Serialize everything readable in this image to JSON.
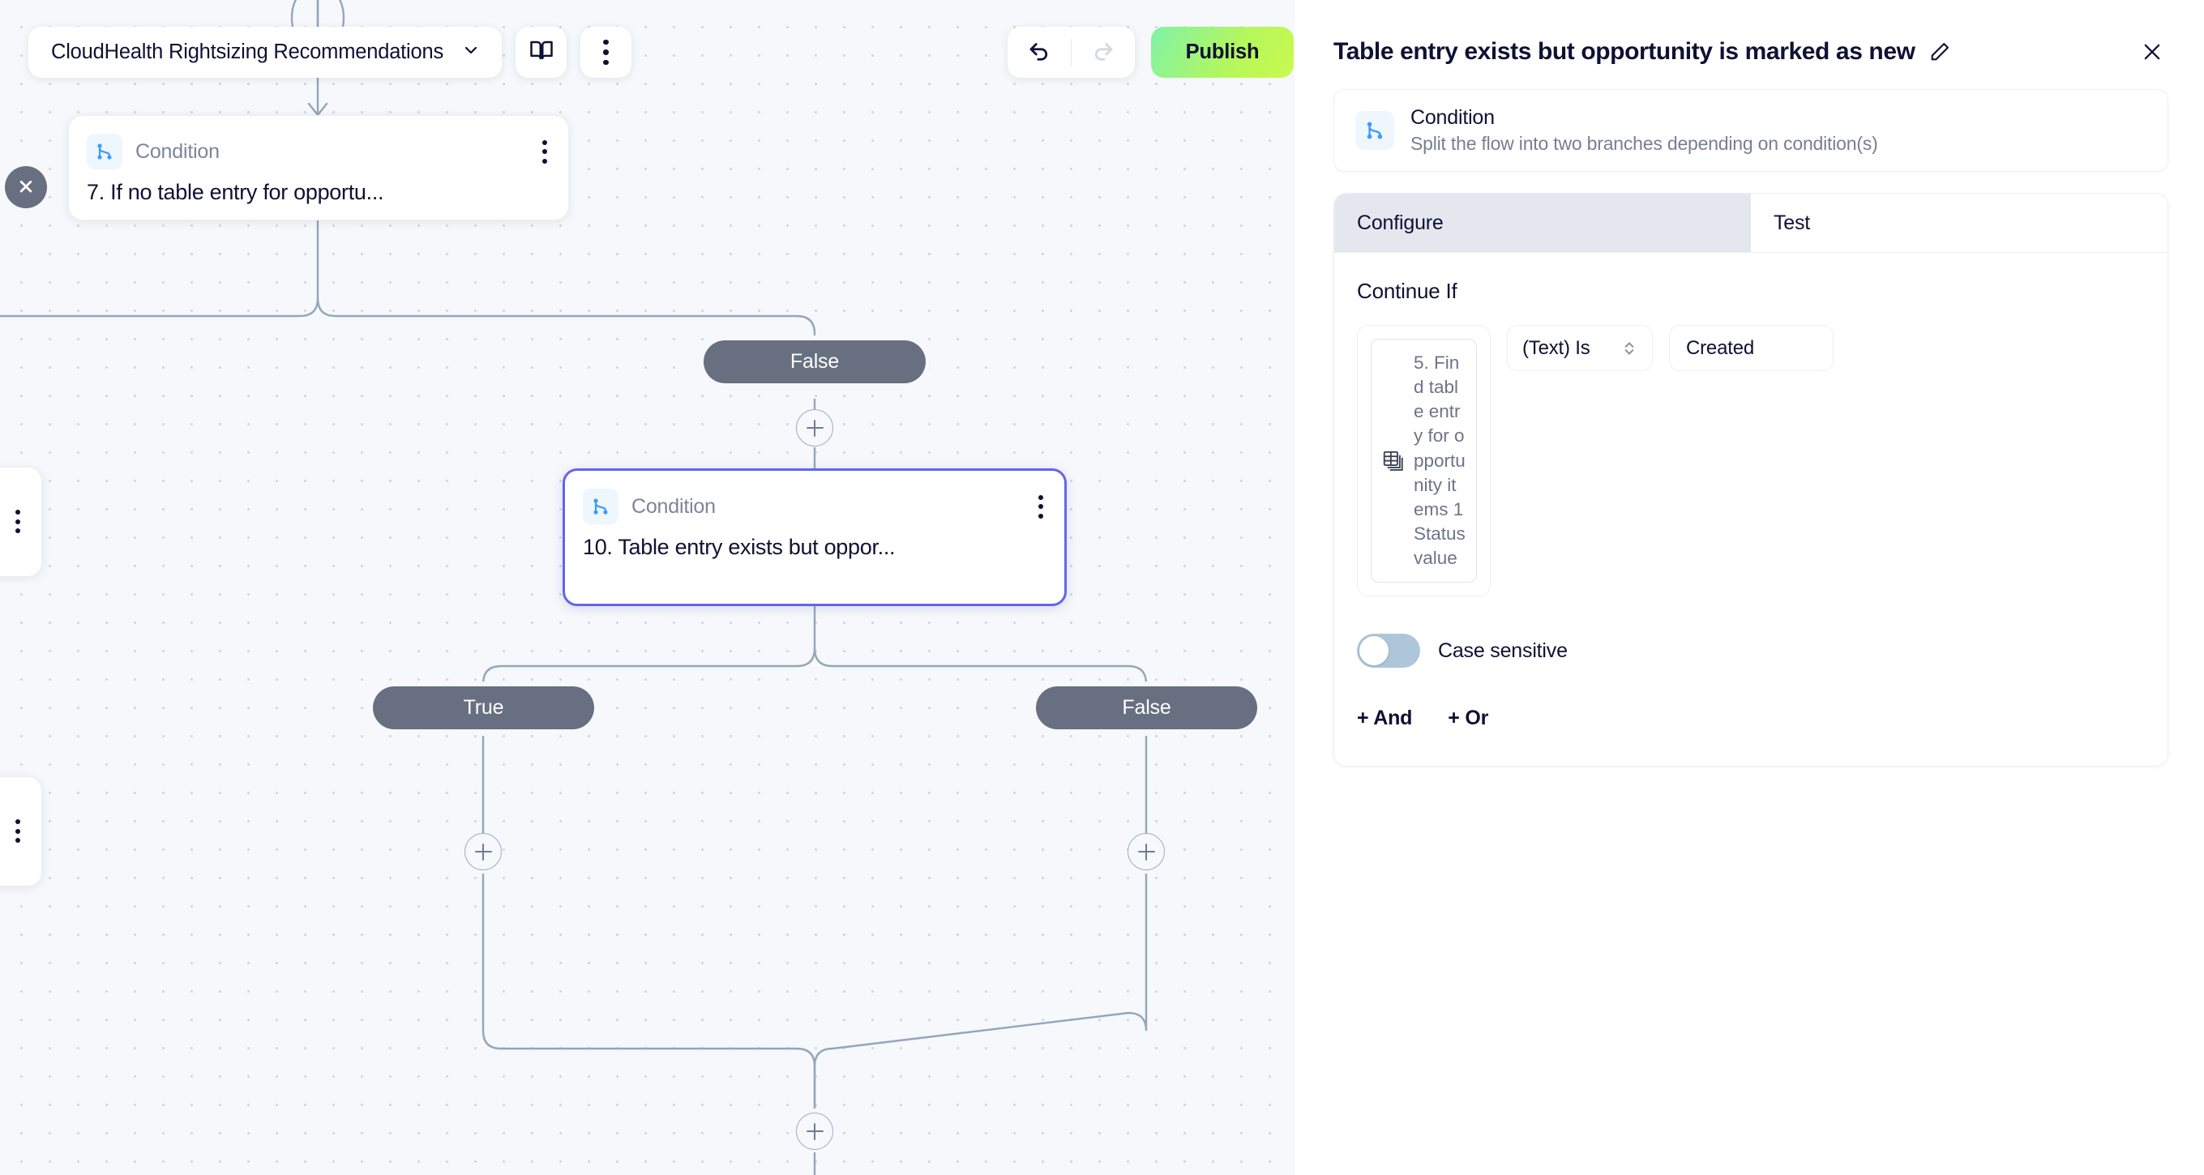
{
  "toolbar": {
    "flow_name": "CloudHealth Rightsizing Recommendations",
    "chevron_icon": "chevron-down-icon",
    "docs_icon": "book-icon",
    "more_icon": "kebab-menu-icon",
    "undo_icon": "undo-arrow-icon",
    "redo_icon": "redo-arrow-icon",
    "publish_label": "Publish",
    "publish_color": "#b6f75a"
  },
  "canvas": {
    "collapse_icon": "collapse-chevrons-icon",
    "nodes": [
      {
        "type_label": "Condition",
        "title": "7. If no table entry for opportu...",
        "icon": "branch-condition-icon",
        "selected": false
      },
      {
        "type_label": "Condition",
        "title": "10. Table entry exists but oppor...",
        "icon": "branch-condition-icon",
        "selected": true
      }
    ],
    "branch_labels": {
      "upper_false": "False",
      "lower_true": "True",
      "lower_false": "False"
    },
    "add_button_icon": "plus-icon",
    "selection_color": "#6366e8"
  },
  "panel": {
    "title": "Table entry exists but opportunity is marked as new",
    "edit_icon": "pencil-icon",
    "close_icon": "close-x-icon",
    "block": {
      "name": "Condition",
      "description": "Split the flow into two branches depending on condition(s)",
      "icon": "branch-condition-icon"
    },
    "tabs": [
      {
        "label": "Configure",
        "active": true
      },
      {
        "label": "Test",
        "active": false
      }
    ],
    "section_label": "Continue If",
    "condition": {
      "variable_token": "5. Find table entry for opportunity items 1 Status value",
      "variable_icon": "table-stack-icon",
      "operator": "(Text) Is",
      "operator_chevron_icon": "chevron-up-down-icon",
      "value": "Created",
      "value_placeholder": "Value"
    },
    "case_sensitive": {
      "label": "Case sensitive",
      "enabled": false
    },
    "add_and_label": "+ And",
    "add_or_label": "+ Or"
  }
}
